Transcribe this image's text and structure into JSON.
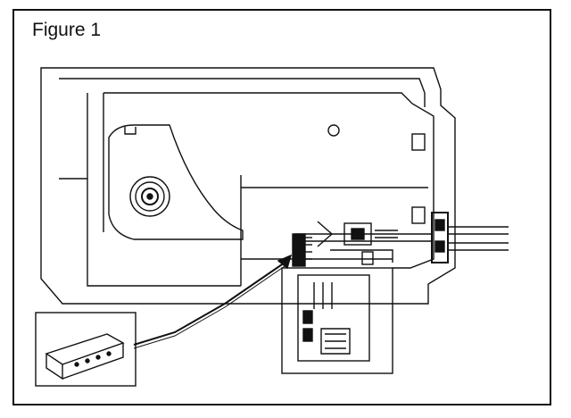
{
  "figure": {
    "title": "Figure 1"
  },
  "colors": {
    "line": "#111111",
    "paper": "#ffffff"
  },
  "parts": [
    "outer-housing-outline",
    "main-housing-panel",
    "upper-panel",
    "rotor-disc",
    "small-screw-hole",
    "side-slot-upper",
    "side-slot-lower",
    "right-connector-block",
    "cable-bundle",
    "gear-assembly",
    "lower-circuit-board",
    "inset-box",
    "connector-plug",
    "pointer-arrow"
  ]
}
